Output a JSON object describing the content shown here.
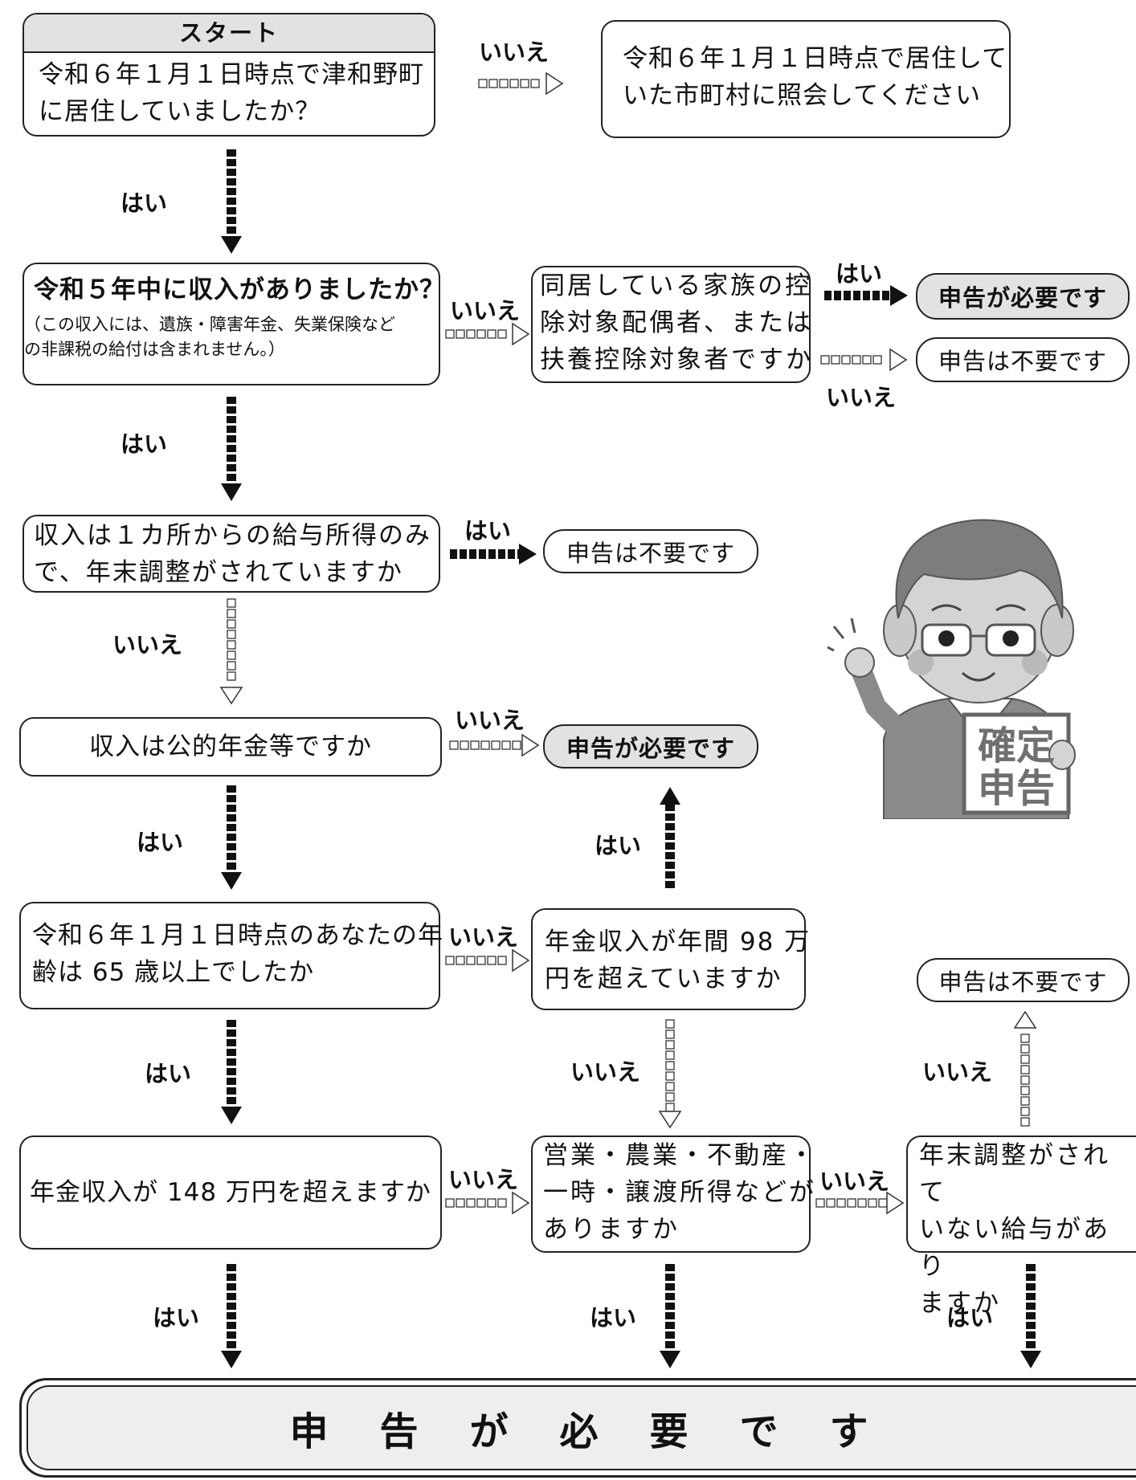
{
  "labels": {
    "yes": "はい",
    "no": "いいえ"
  },
  "nodes": {
    "start_header": "スタート",
    "q_resident_line1": "令和６年１月１日時点で津和野町",
    "q_resident_line2": "に居住していましたか？",
    "a_contact_line1": "令和６年１月１日時点で居住して",
    "a_contact_line2": "いた市町村に照会してください",
    "q_income": "令和５年中に収入がありましたか？",
    "q_income_note_line1": "（この収入には、遺族・障害年金、失業保険など",
    "q_income_note_line2": "の非課税の給付は含まれません。）",
    "q_dependent_line1": "同居している家族の控",
    "q_dependent_line2": "除対象配偶者、または",
    "q_dependent_line3": "扶養控除対象者ですか",
    "q_salary_line1": "収入は１カ所からの給与所得のみ",
    "q_salary_line2": "で、年末調整がされていますか",
    "q_pension": "収入は公的年金等ですか",
    "q_age_line1": "令和６年１月１日時点のあなたの年",
    "q_age_line2": "齢は 65 歳以上でしたか",
    "q_98_line1": "年金収入が年間 98 万",
    "q_98_line2": "円を超えていますか",
    "q_148": "年金収入が 148 万円を超えますか",
    "q_other_line1": "営業・農業・不動産・",
    "q_other_line2": "一時・譲渡所得などが",
    "q_other_line3": "ありますか",
    "q_unadjusted_line1": "年末調整がされて",
    "q_unadjusted_line2": "いない給与があり",
    "q_unadjusted_line3": "ますか",
    "result_required": "申告が必要です",
    "result_not_required": "申告は不要です",
    "final_result": "申　告　が　必　要　で　す"
  },
  "illustration": {
    "sign_line1": "確定",
    "sign_line2": "申告"
  },
  "colors": {
    "line": "#222222",
    "required_fill": "#e2e2e2",
    "illustration_gray": "#8a8a8a"
  }
}
